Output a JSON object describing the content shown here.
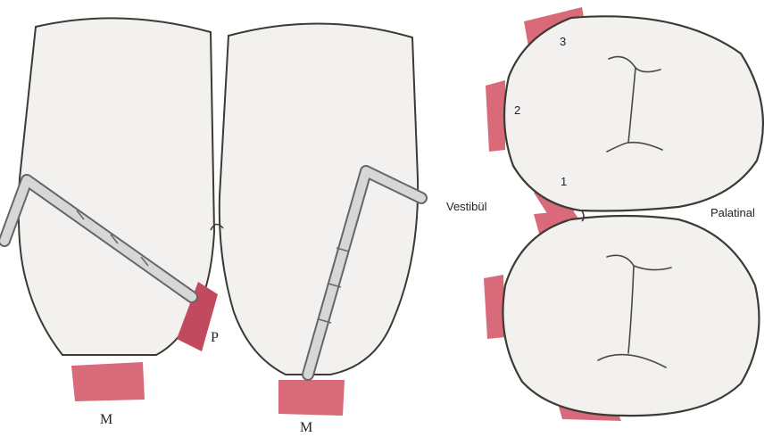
{
  "left_panel": {
    "labels": {
      "m_left": "M",
      "p": "P",
      "m_right": "M"
    }
  },
  "right_panel": {
    "labels": {
      "one": "1",
      "two": "2",
      "three": "3",
      "vestibul": "Vestibül",
      "palatinal": "Palatinal"
    }
  },
  "colors": {
    "tooth_fill": "#f3f1f0",
    "outline": "#3b3b33",
    "marker_pink": "#d86a7a",
    "marker_pink_dark": "#c24a5e",
    "instrument_fill": "#d7d7d7",
    "instrument_stroke": "#666666",
    "groove": "#4a4a40"
  }
}
